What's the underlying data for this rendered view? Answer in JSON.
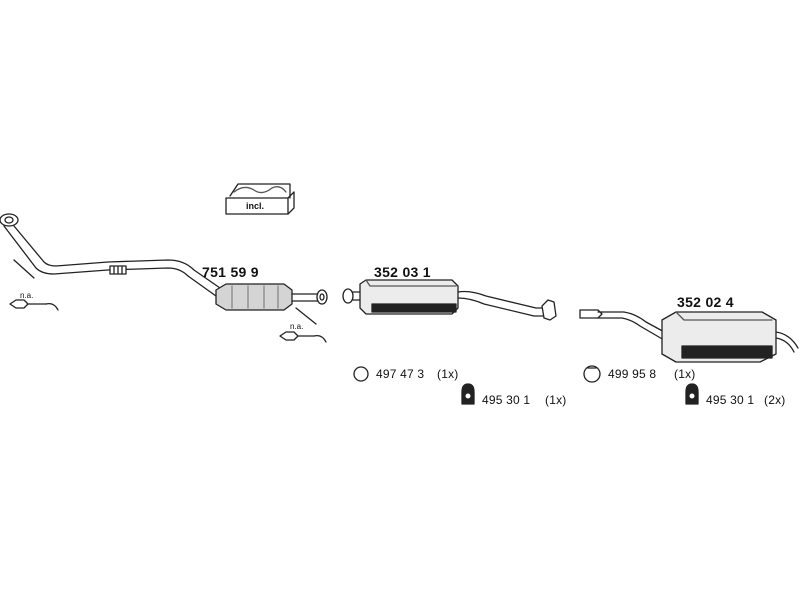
{
  "diagram": {
    "incl_label": "incl.",
    "na_labels": [
      "n.a.",
      "n.a."
    ],
    "parts": [
      {
        "part_number": "751 59 9"
      },
      {
        "part_number": "352 03 1"
      },
      {
        "part_number": "352 02 4"
      }
    ],
    "accessories": [
      {
        "number": "497 47 3",
        "qty": "(1x)",
        "icon": "ring-gasket-icon"
      },
      {
        "number": "495 30 1",
        "qty": "(1x)",
        "icon": "rubber-hanger-icon"
      },
      {
        "number": "499 95 8",
        "qty": "(1x)",
        "icon": "clamp-ring-icon"
      },
      {
        "number": "495 30 1",
        "qty": "(2x)",
        "icon": "rubber-hanger-icon"
      }
    ]
  },
  "colors": {
    "line": "#222222",
    "fill_light": "#cccccc",
    "fill_dark": "#222222",
    "background": "#ffffff"
  }
}
